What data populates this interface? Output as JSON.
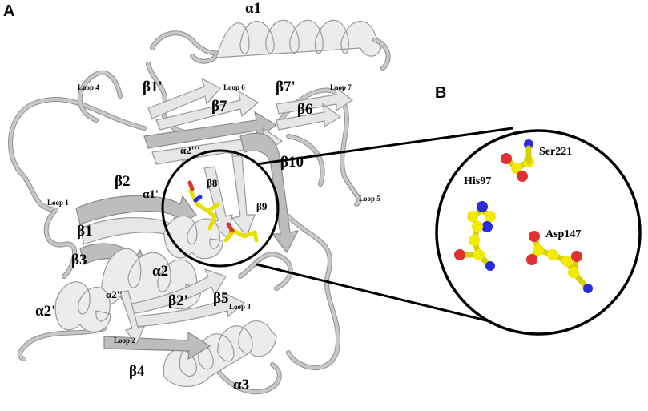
{
  "panels": {
    "a": "A",
    "b": "B"
  },
  "structure_labels": {
    "a1": "α1",
    "b1p": "β1'",
    "b7p": "β7'",
    "b7": "β7",
    "b6": "β6",
    "a2ppp": "α2'''",
    "b10": "β10",
    "b2": "β2",
    "a1p": "α1'",
    "b8": "β8",
    "b9": "β9",
    "b1": "β1",
    "b3": "β3",
    "a2": "α2",
    "a2pp": "α2''",
    "b2p": "β2'",
    "b5": "β5",
    "a2p": "α2'",
    "b4": "β4",
    "a3": "α3"
  },
  "loop_labels": {
    "loop4": "Loop 4",
    "loop6": "Loop 6",
    "loop7": "Loop 7",
    "loop1": "Loop 1",
    "loop5": "Loop 5",
    "loop3": "Loop 3",
    "loop2": "Loop 2"
  },
  "residues": {
    "ser": "Ser221",
    "his": "His97",
    "asp": "Asp147"
  },
  "colors": {
    "carbon": "#f2ea00",
    "oxygen": "#e03030",
    "nitrogen": "#2a2adf",
    "protein": "#e6e6e6"
  }
}
